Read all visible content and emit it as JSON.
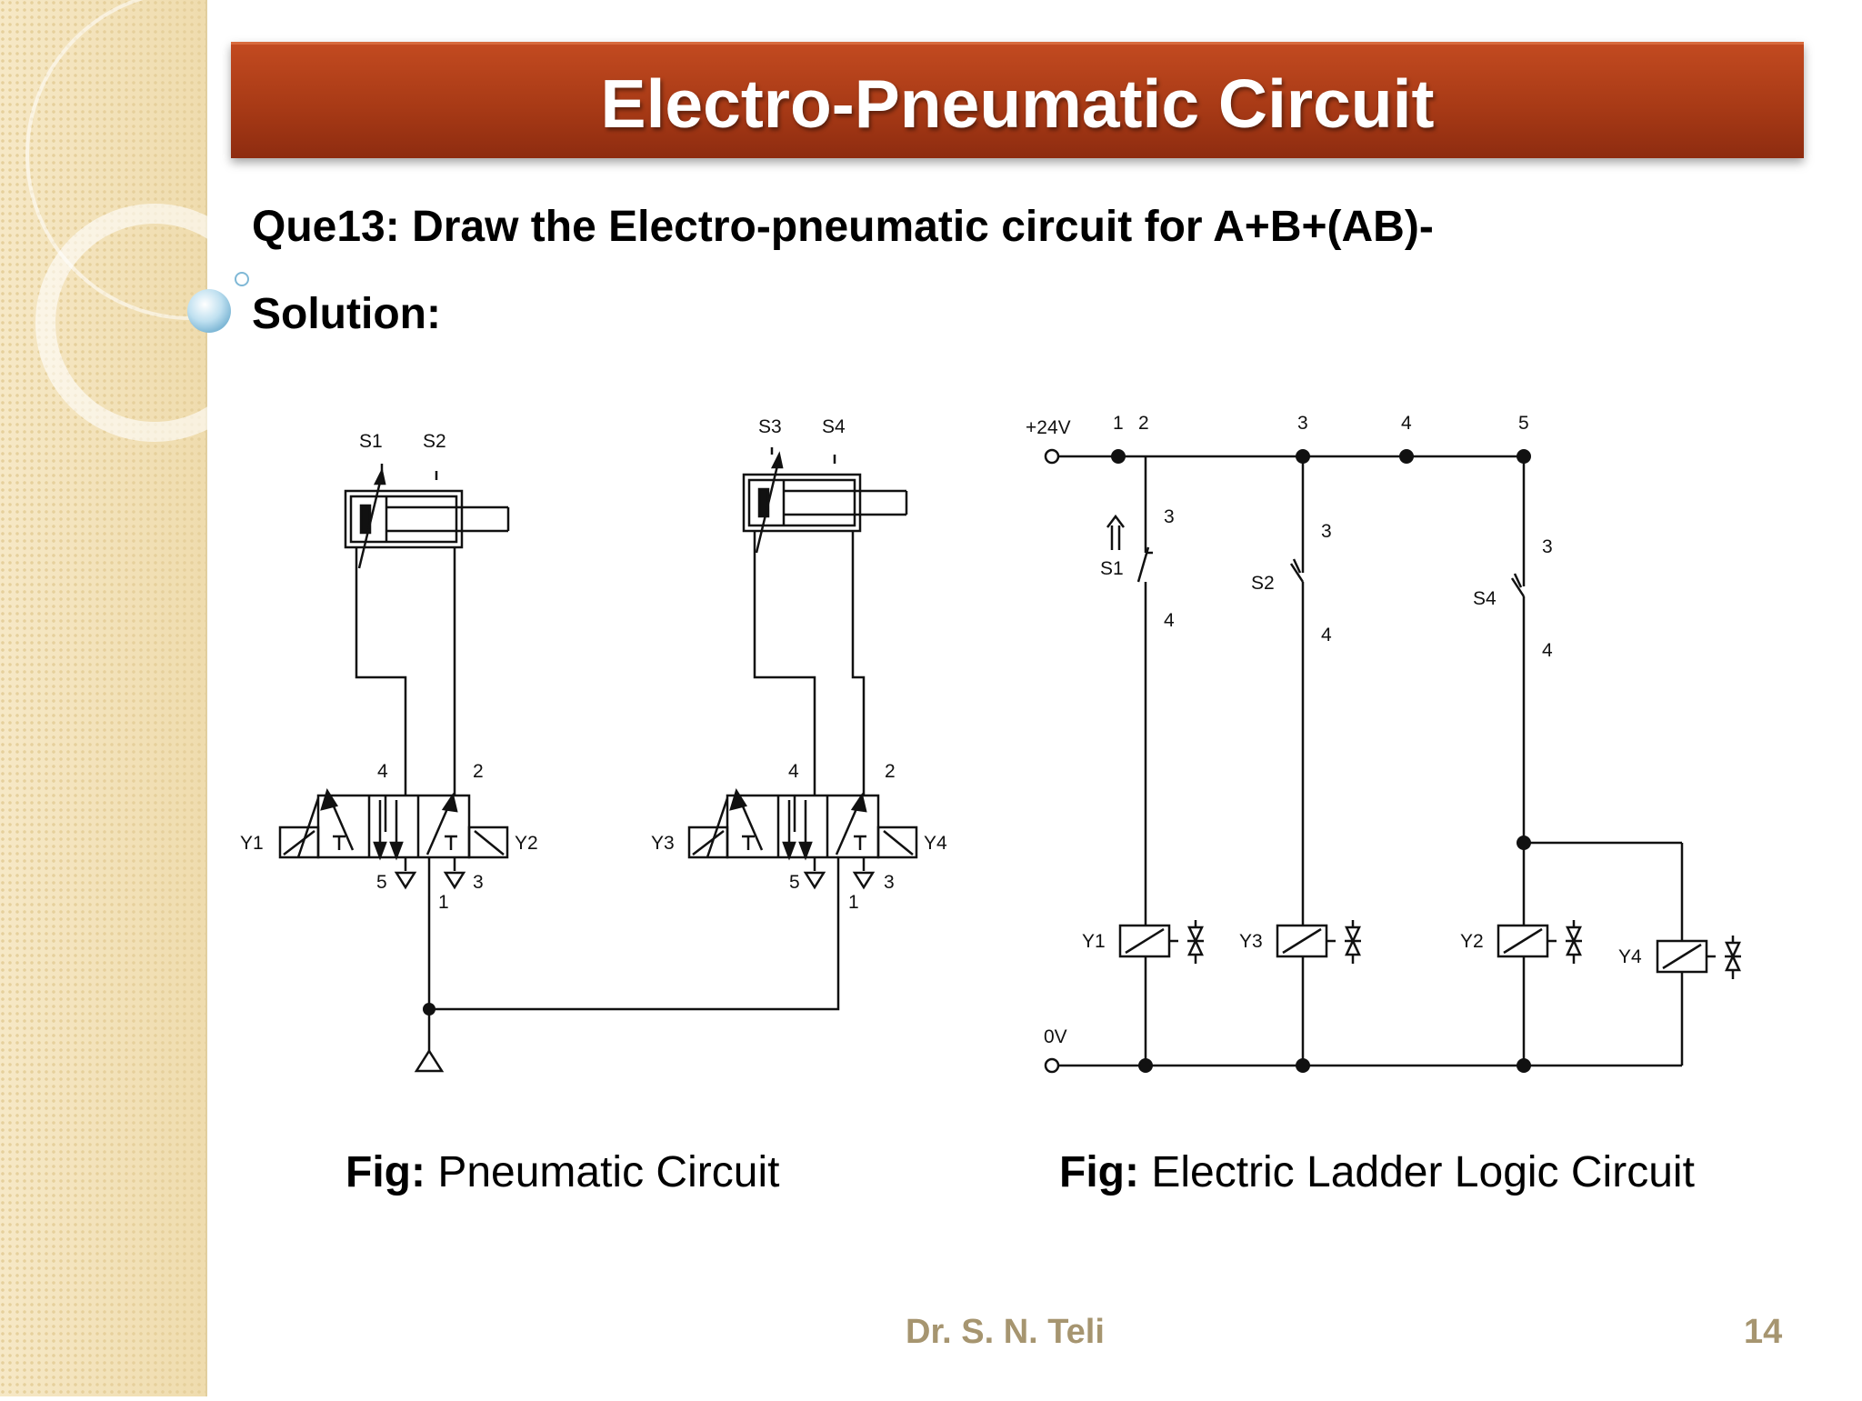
{
  "slide": {
    "title": "Electro-Pneumatic Circuit",
    "question": "Que13: Draw  the Electro-pneumatic circuit for A+B+(AB)-",
    "solution_label": "Solution:",
    "footer_author": "Dr.  S. N. Teli",
    "page_number": "14"
  },
  "pneumatic": {
    "caption_prefix": "Fig:",
    "caption_text": "Pneumatic Circuit",
    "cyl_a_sensors": [
      "S1",
      "S2"
    ],
    "cyl_b_sensors": [
      "S3",
      "S4"
    ],
    "valve_a": {
      "sol_left": "Y1",
      "sol_right": "Y2",
      "port4": "4",
      "port2": "2",
      "port5": "5",
      "port3": "3",
      "port1": "1"
    },
    "valve_b": {
      "sol_left": "Y3",
      "sol_right": "Y4",
      "port4": "4",
      "port2": "2",
      "port5": "5",
      "port3": "3",
      "port1": "1"
    }
  },
  "ladder": {
    "caption_prefix": "Fig:",
    "caption_text": "Electric Ladder Logic Circuit",
    "supply_plus": "+24V",
    "supply_zero": "0V",
    "node_labels": [
      "1",
      "2",
      "3",
      "4",
      "5"
    ],
    "switches": [
      {
        "name": "S1",
        "term_top": "3",
        "term_bottom": "4"
      },
      {
        "name": "S2",
        "term_top": "3",
        "term_bottom": "4"
      },
      {
        "name": "S4",
        "term_top": "3",
        "term_bottom": "4"
      }
    ],
    "coils": [
      "Y1",
      "Y3",
      "Y2",
      "Y4"
    ]
  }
}
